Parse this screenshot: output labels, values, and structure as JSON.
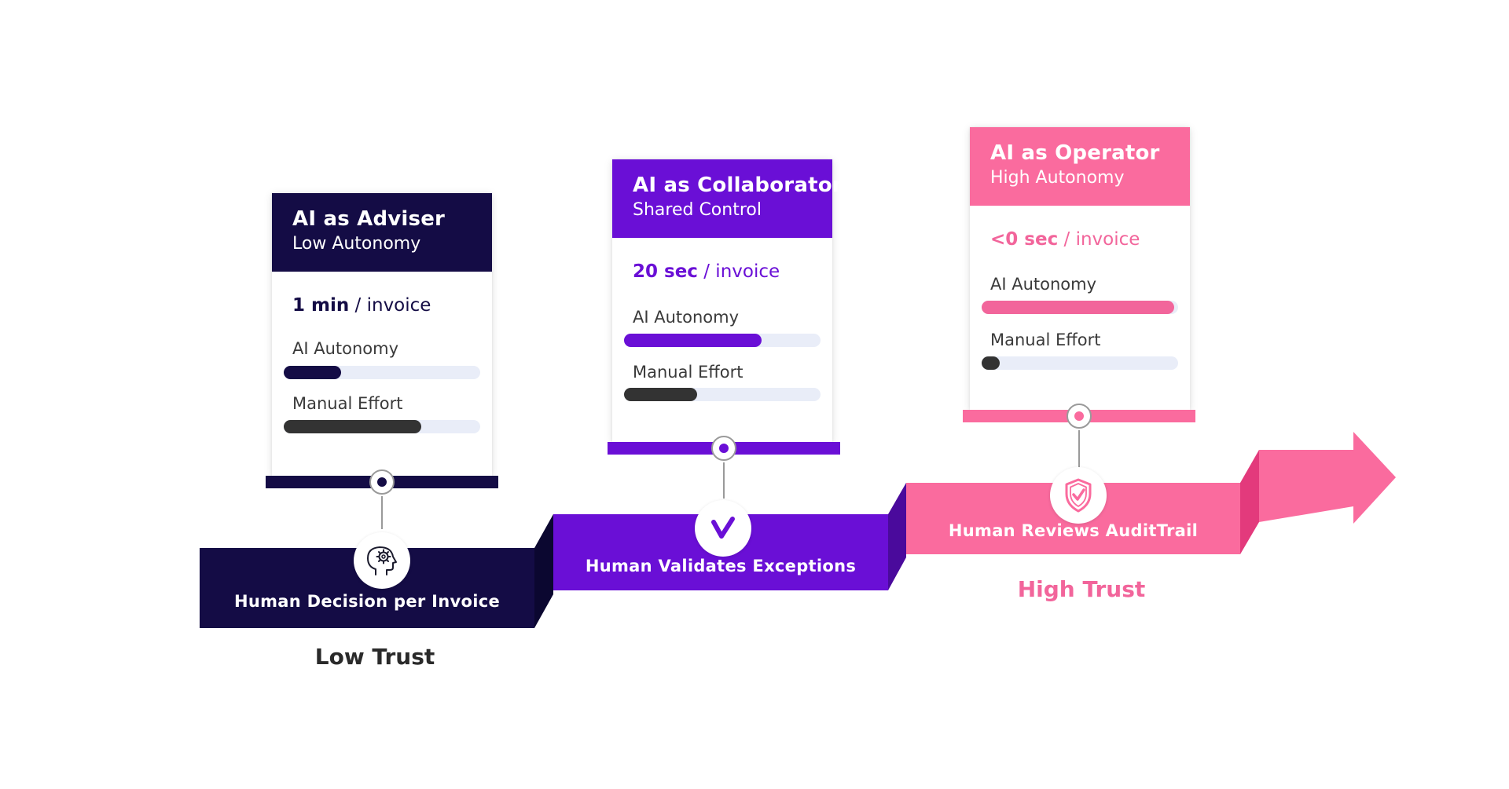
{
  "colors": {
    "navy": "#140c45",
    "purple": "#6a0fd6",
    "purple_dark": "#4a0a9c",
    "pink": "#fa6b9e",
    "pink_dark": "#e33a7c",
    "gray_bar": "#333333",
    "track": "#e9edf8"
  },
  "cards": [
    {
      "title": "AI as Adviser",
      "subtitle": "Low Autonomy",
      "rate_value": "1 min",
      "rate_unit": "/ invoice",
      "autonomy_label": "AI Autonomy",
      "autonomy_level": 0.29,
      "effort_label": "Manual Effort",
      "effort_level": 0.7
    },
    {
      "title": "AI as Collaborator",
      "subtitle": "Shared Control",
      "rate_value": "20 sec",
      "rate_unit": "/ invoice",
      "autonomy_label": "AI Autonomy",
      "autonomy_level": 0.7,
      "effort_label": "Manual Effort",
      "effort_level": 0.37
    },
    {
      "title": "AI as Operator",
      "subtitle": "High Autonomy",
      "rate_value": "<0 sec",
      "rate_unit": "/ invoice",
      "autonomy_label": "AI Autonomy",
      "autonomy_level": 0.98,
      "effort_label": "Manual Effort",
      "effort_level": 0.09
    }
  ],
  "steps": [
    {
      "label": "Human Decision per Invoice",
      "icon": "head-gear-icon"
    },
    {
      "label": "Human Validates Exceptions",
      "icon": "checkmark-icon"
    },
    {
      "label": "Human Reviews AuditTrail",
      "icon": "shield-check-icon"
    }
  ],
  "trust": {
    "low": "Low Trust",
    "high": "High Trust"
  }
}
